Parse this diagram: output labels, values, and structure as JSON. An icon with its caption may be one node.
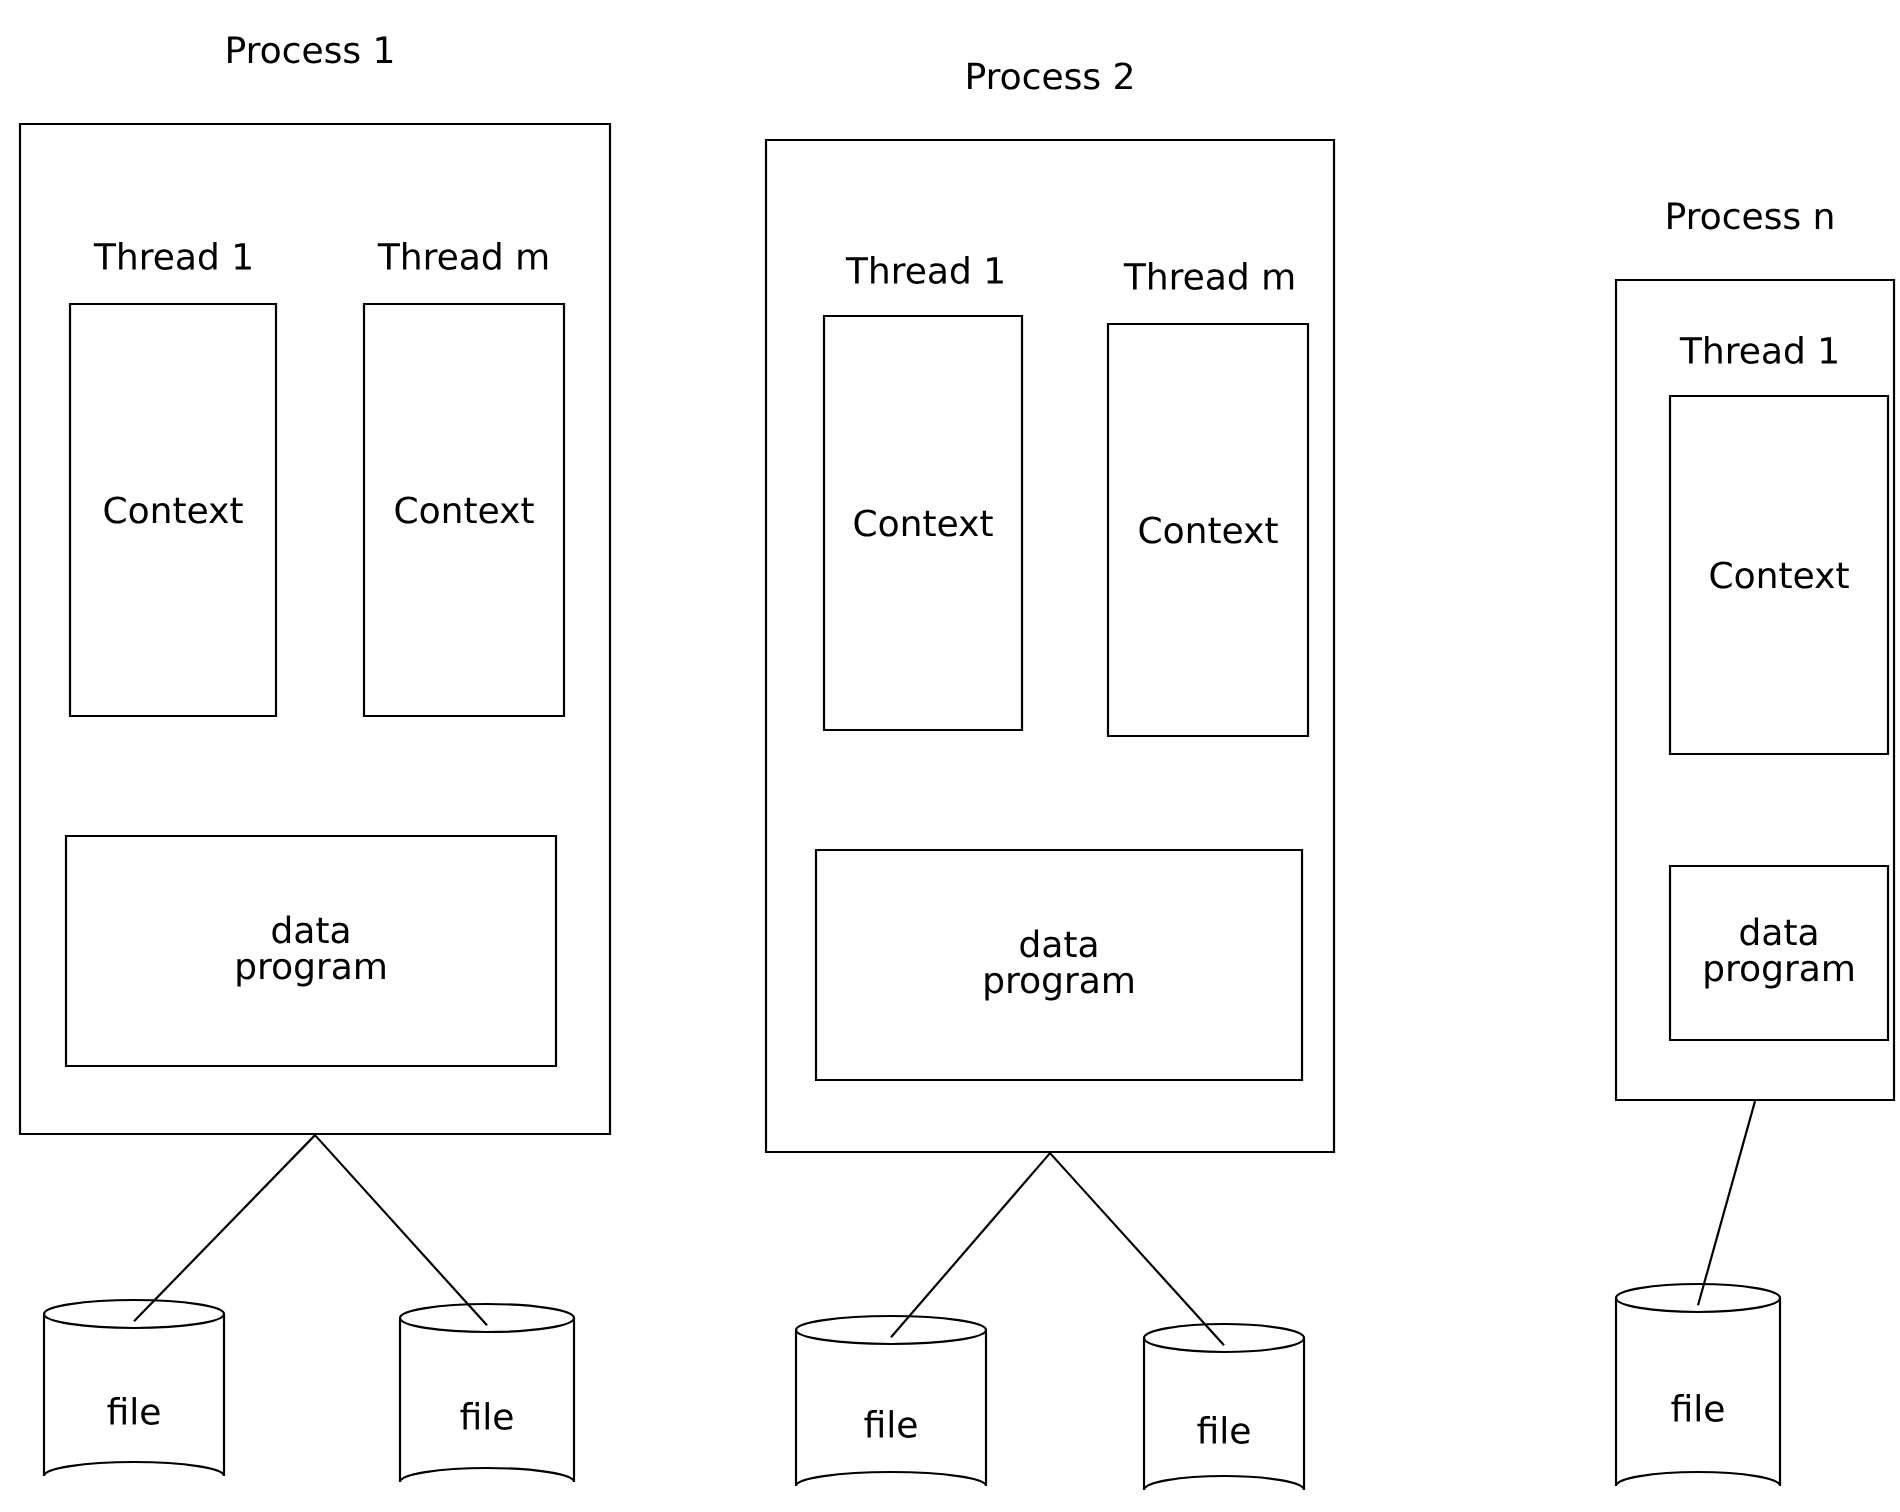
{
  "diagram": {
    "nodes": [
      {
        "text": [
          "Process 1"
        ]
      },
      {
        "text": [
          "Thread 1",
          "Context"
        ],
        "in": 0
      },
      {
        "text": [
          "Thread m",
          "Context"
        ],
        "in": 0
      },
      {
        "text": [
          "data program"
        ],
        "in": 0
      },
      {
        "text": [
          "Process 2"
        ]
      },
      {
        "text": [
          "Thread 1",
          "Context"
        ],
        "in": 4
      },
      {
        "text": [
          "Thread m",
          "Context"
        ],
        "in": 4
      },
      {
        "text": [
          "data program"
        ],
        "in": 4
      },
      {
        "text": [
          "Process n"
        ]
      },
      {
        "text": [
          "Thread 1",
          "Context"
        ],
        "in": 8
      },
      {
        "text": [
          "data program"
        ],
        "in": 8
      },
      {
        "text": [
          "file"
        ]
      },
      {
        "text": [
          "file"
        ]
      },
      {
        "text": [
          "file"
        ]
      },
      {
        "text": [
          "file"
        ]
      },
      {
        "text": [
          "file"
        ]
      }
    ],
    "edges": [
      {
        "from": 0,
        "to": 11,
        "arrow": "none"
      },
      {
        "from": 0,
        "to": 12,
        "arrow": "none"
      },
      {
        "from": 4,
        "to": 13,
        "arrow": "none"
      },
      {
        "from": 4,
        "to": 14,
        "arrow": "none"
      },
      {
        "from": 8,
        "to": 15,
        "arrow": "none"
      }
    ]
  }
}
